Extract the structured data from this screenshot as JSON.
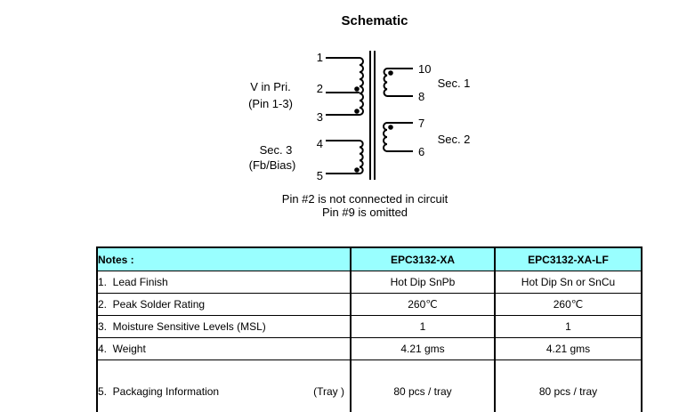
{
  "schematic": {
    "title": "Schematic",
    "pins": {
      "p1": "1",
      "p2": "2",
      "p3": "3",
      "p4": "4",
      "p5": "5",
      "p6": "6",
      "p7": "7",
      "p8": "8",
      "p10": "10"
    },
    "labels": {
      "primary_line1": "V in Pri.",
      "primary_line2": "(Pin 1-3)",
      "sec3_line1": "Sec. 3",
      "sec3_line2": "(Fb/Bias)",
      "sec1": "Sec. 1",
      "sec2": "Sec. 2"
    },
    "notes": {
      "line1": "Pin #2 is not connected in circuit",
      "line2": "Pin #9 is omitted"
    }
  },
  "table": {
    "header_bg": "#99FFFF",
    "header": {
      "notes": "Notes :",
      "col1": "EPC3132-XA",
      "col2": "EPC3132-XA-LF"
    },
    "rows": [
      {
        "label": "1.  Lead Finish",
        "v1": "Hot Dip SnPb",
        "v2": "Hot Dip Sn or SnCu"
      },
      {
        "label": "2.  Peak Solder Rating",
        "v1": "260℃",
        "v2": "260℃"
      },
      {
        "label": "3.  Moisture Sensitive Levels (MSL)",
        "v1": "1",
        "v2": "1"
      },
      {
        "label": "4.  Weight",
        "v1": "4.21 gms",
        "v2": "4.21 gms"
      },
      {
        "label": "5.  Packaging Information",
        "tray": "(Tray )",
        "v1": "80 pcs / tray",
        "v2": "80 pcs / tray"
      }
    ]
  }
}
